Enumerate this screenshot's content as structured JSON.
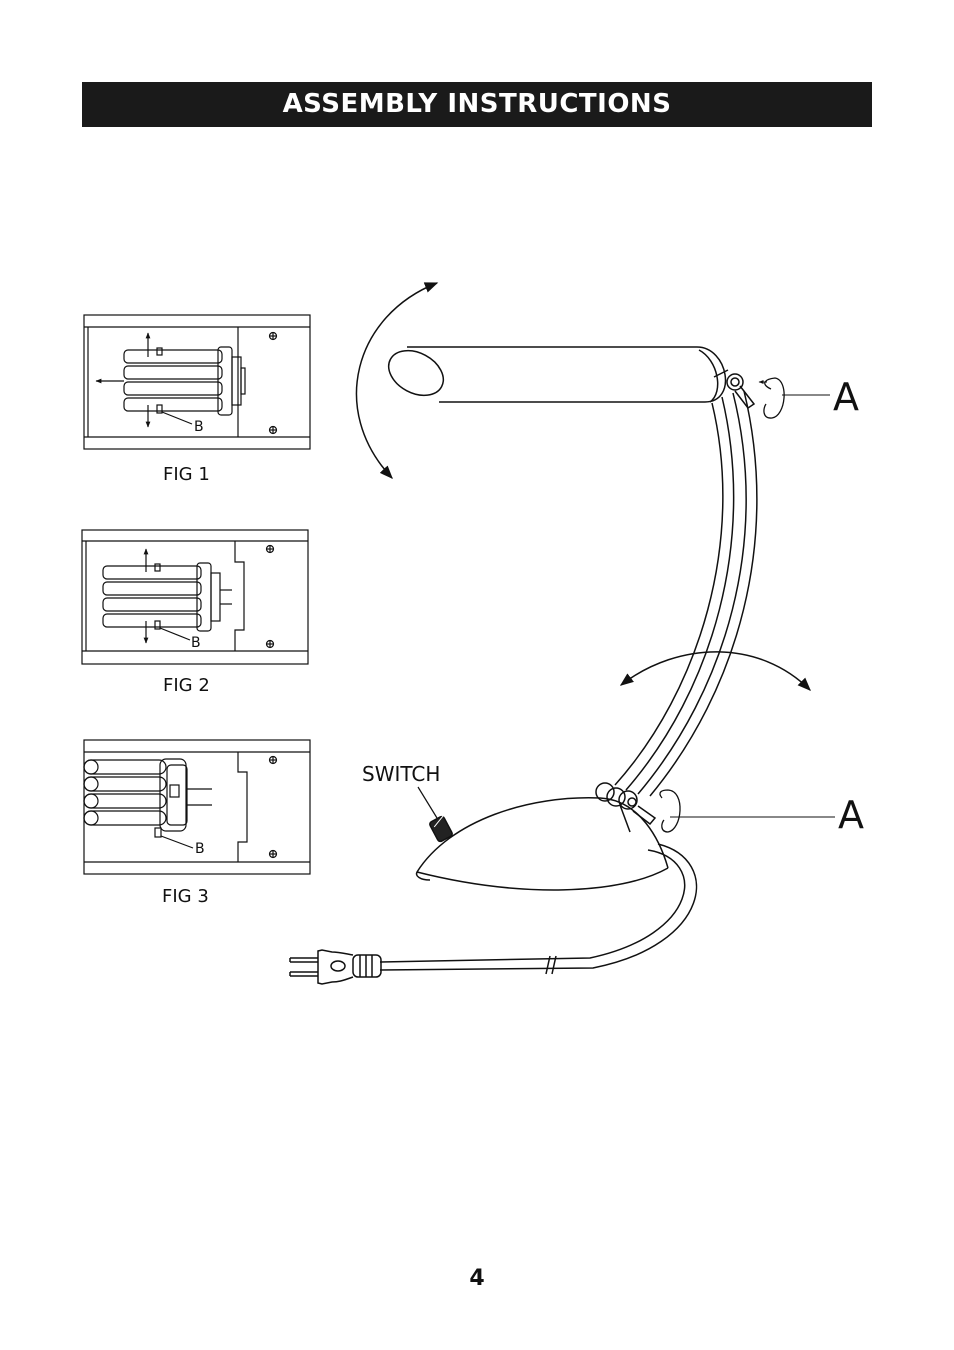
{
  "header": {
    "title": "ASSEMBLY INSTRUCTIONS",
    "background": "#1a1a1a",
    "text_color": "#ffffff"
  },
  "figures": [
    {
      "caption": "FIG 1",
      "part_label": "B"
    },
    {
      "caption": "FIG 2",
      "part_label": "B"
    },
    {
      "caption": "FIG 3",
      "part_label": "B"
    }
  ],
  "lamp": {
    "joint_label_top": "A",
    "joint_label_bottom": "A",
    "switch_label": "SWITCH"
  },
  "footer": {
    "page_number": "4"
  }
}
